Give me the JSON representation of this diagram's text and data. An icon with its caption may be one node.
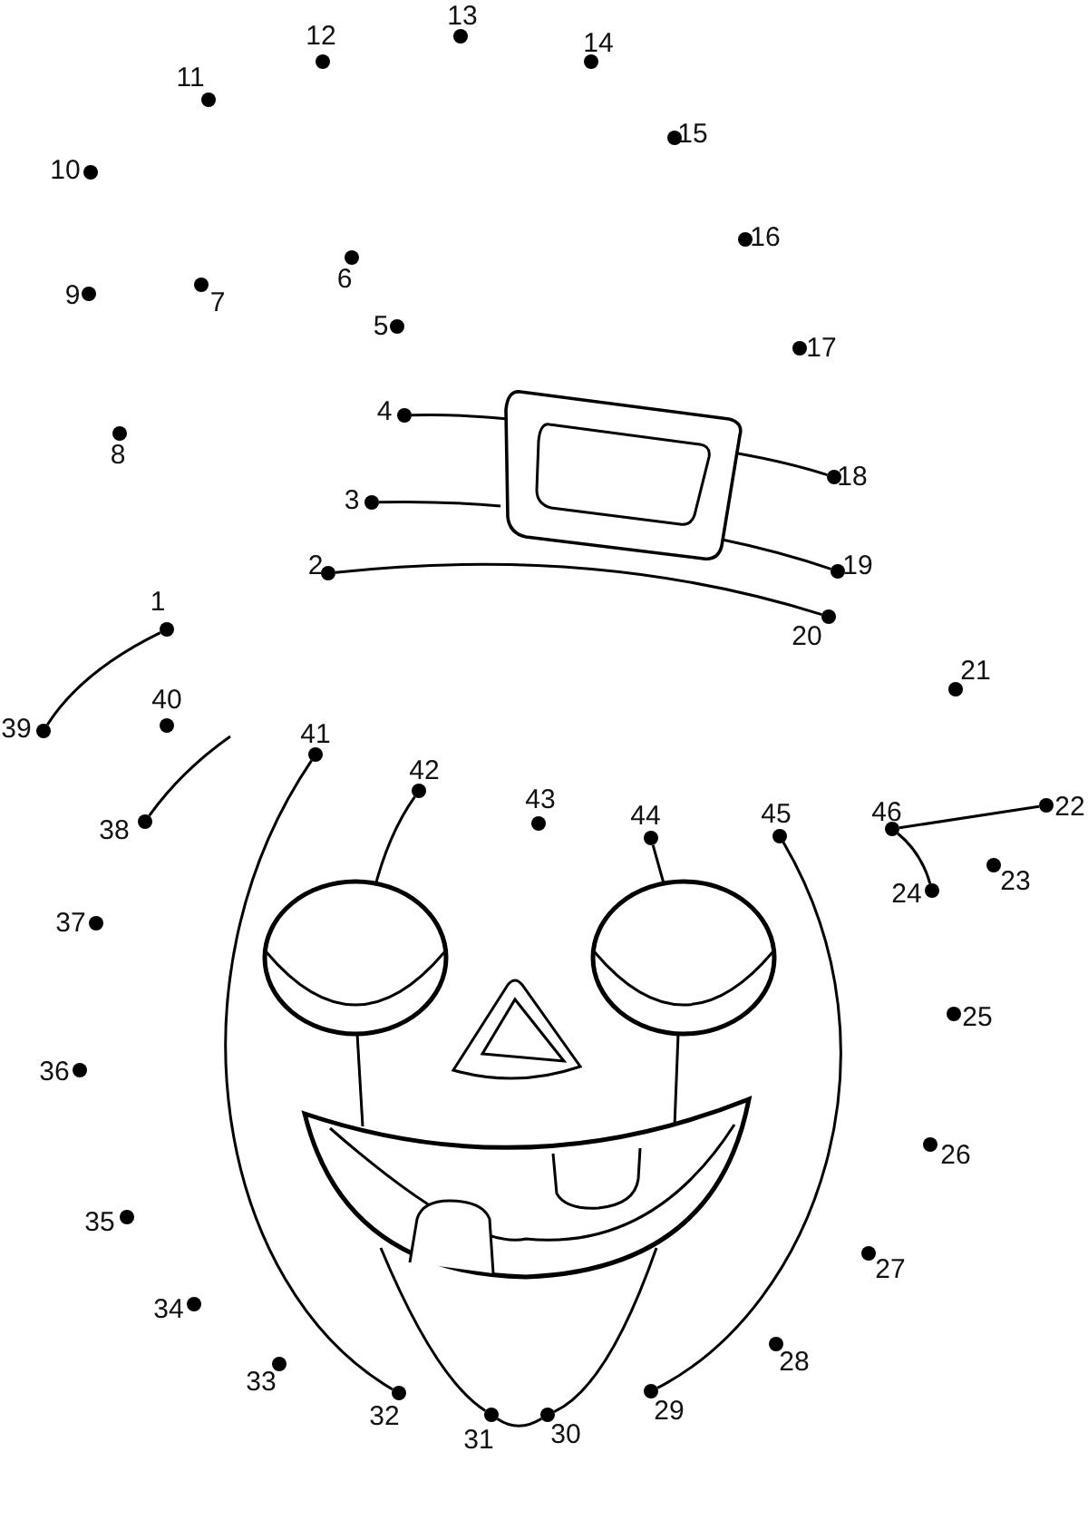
{
  "diagram": {
    "nodes": [
      {
        "text": [],
        "shape": "circle",
        "beside": [
          "1"
        ]
      },
      {
        "text": [],
        "shape": "circle",
        "beside": [
          "2"
        ]
      },
      {
        "text": [],
        "shape": "circle",
        "beside": [
          "3"
        ]
      },
      {
        "text": [],
        "shape": "circle",
        "beside": [
          "4"
        ]
      },
      {
        "text": [],
        "shape": "circle",
        "beside": [
          "5"
        ]
      },
      {
        "text": [],
        "shape": "circle",
        "beside": [
          "6"
        ]
      },
      {
        "text": [],
        "shape": "circle",
        "beside": [
          "7"
        ]
      },
      {
        "text": [],
        "shape": "circle",
        "beside": [
          "8"
        ]
      },
      {
        "text": [],
        "shape": "circle",
        "beside": [
          "9"
        ]
      },
      {
        "text": [],
        "shape": "circle",
        "beside": [
          "10"
        ]
      },
      {
        "text": [],
        "shape": "circle",
        "beside": [
          "11"
        ]
      },
      {
        "text": [],
        "shape": "circle",
        "beside": [
          "12"
        ]
      },
      {
        "text": [],
        "shape": "circle",
        "beside": [
          "13"
        ]
      },
      {
        "text": [],
        "shape": "circle",
        "beside": [
          "14"
        ]
      },
      {
        "text": [],
        "shape": "circle",
        "beside": [
          "15"
        ]
      },
      {
        "text": [],
        "shape": "circle",
        "beside": [
          "16"
        ]
      },
      {
        "text": [],
        "shape": "circle",
        "beside": [
          "17"
        ]
      },
      {
        "text": [],
        "shape": "circle",
        "beside": [
          "18"
        ]
      },
      {
        "text": [],
        "shape": "circle",
        "beside": [
          "19"
        ]
      },
      {
        "text": [],
        "shape": "circle",
        "beside": [
          "20"
        ]
      },
      {
        "text": [],
        "shape": "circle",
        "beside": [
          "21"
        ]
      },
      {
        "text": [],
        "shape": "circle",
        "beside": [
          "22"
        ]
      },
      {
        "text": [],
        "shape": "circle",
        "beside": [
          "23"
        ]
      },
      {
        "text": [],
        "shape": "circle",
        "beside": [
          "24"
        ]
      },
      {
        "text": [],
        "shape": "circle",
        "beside": [
          "25"
        ]
      },
      {
        "text": [],
        "shape": "circle",
        "beside": [
          "26"
        ]
      },
      {
        "text": [],
        "shape": "circle",
        "beside": [
          "27"
        ]
      },
      {
        "text": [],
        "shape": "circle",
        "beside": [
          "28"
        ]
      },
      {
        "text": [],
        "shape": "circle",
        "beside": [
          "29"
        ]
      },
      {
        "text": [],
        "shape": "circle",
        "beside": [
          "30"
        ]
      },
      {
        "text": [],
        "shape": "circle",
        "beside": [
          "31"
        ]
      },
      {
        "text": [],
        "shape": "circle",
        "beside": [
          "32"
        ]
      },
      {
        "text": [],
        "shape": "circle",
        "beside": [
          "33"
        ]
      },
      {
        "text": [],
        "shape": "circle",
        "beside": [
          "34"
        ]
      },
      {
        "text": [],
        "shape": "circle",
        "beside": [
          "35"
        ]
      },
      {
        "text": [],
        "shape": "circle",
        "beside": [
          "36"
        ]
      },
      {
        "text": [],
        "shape": "circle",
        "beside": [
          "37"
        ]
      },
      {
        "text": [],
        "shape": "circle",
        "beside": [
          "38"
        ]
      },
      {
        "text": [],
        "shape": "circle",
        "beside": [
          "39"
        ]
      },
      {
        "text": [],
        "shape": "circle",
        "beside": [
          "40"
        ]
      },
      {
        "text": [],
        "shape": "circle",
        "beside": [
          "41"
        ]
      },
      {
        "text": [],
        "shape": "circle",
        "beside": [
          "42"
        ]
      },
      {
        "text": [],
        "shape": "circle",
        "beside": [
          "43"
        ]
      },
      {
        "text": [],
        "shape": "circle",
        "beside": [
          "44"
        ]
      },
      {
        "text": [],
        "shape": "circle",
        "beside": [
          "45"
        ]
      },
      {
        "text": [],
        "shape": "circle",
        "beside": [
          "46"
        ]
      },
      {
        "text": [],
        "shape": "box"
      },
      {
        "text": [],
        "shape": "circle"
      },
      {
        "text": [],
        "shape": "circle"
      },
      {
        "text": [],
        "shape": "crescent"
      }
    ],
    "edges": [
      {
        "from": 0,
        "to": 38,
        "arrow": "none"
      },
      {
        "from": 1,
        "to": 19,
        "arrow": "none"
      },
      {
        "from": 2,
        "to": 46,
        "arrow": "none"
      },
      {
        "from": 3,
        "to": 46,
        "arrow": "none"
      },
      {
        "from": 46,
        "to": 17,
        "arrow": "none"
      },
      {
        "from": 46,
        "to": 18,
        "arrow": "none"
      },
      {
        "from": 40,
        "to": 31,
        "arrow": "none"
      },
      {
        "from": 41,
        "to": 47,
        "arrow": "none"
      },
      {
        "from": 43,
        "to": 48,
        "arrow": "none"
      },
      {
        "from": 44,
        "to": 28,
        "arrow": "none"
      },
      {
        "from": 45,
        "to": 21,
        "arrow": "none"
      },
      {
        "from": 45,
        "to": 23,
        "arrow": "none"
      },
      {
        "from": 30,
        "to": 29,
        "arrow": "none"
      },
      {
        "from": 37,
        "to": null,
        "arrow": "none"
      },
      {
        "from": 47,
        "to": 49,
        "arrow": "none"
      },
      {
        "from": 48,
        "to": 49,
        "arrow": "none"
      },
      {
        "from": 49,
        "to": 30,
        "arrow": "none"
      },
      {
        "from": 49,
        "to": 29,
        "arrow": "none"
      }
    ]
  }
}
